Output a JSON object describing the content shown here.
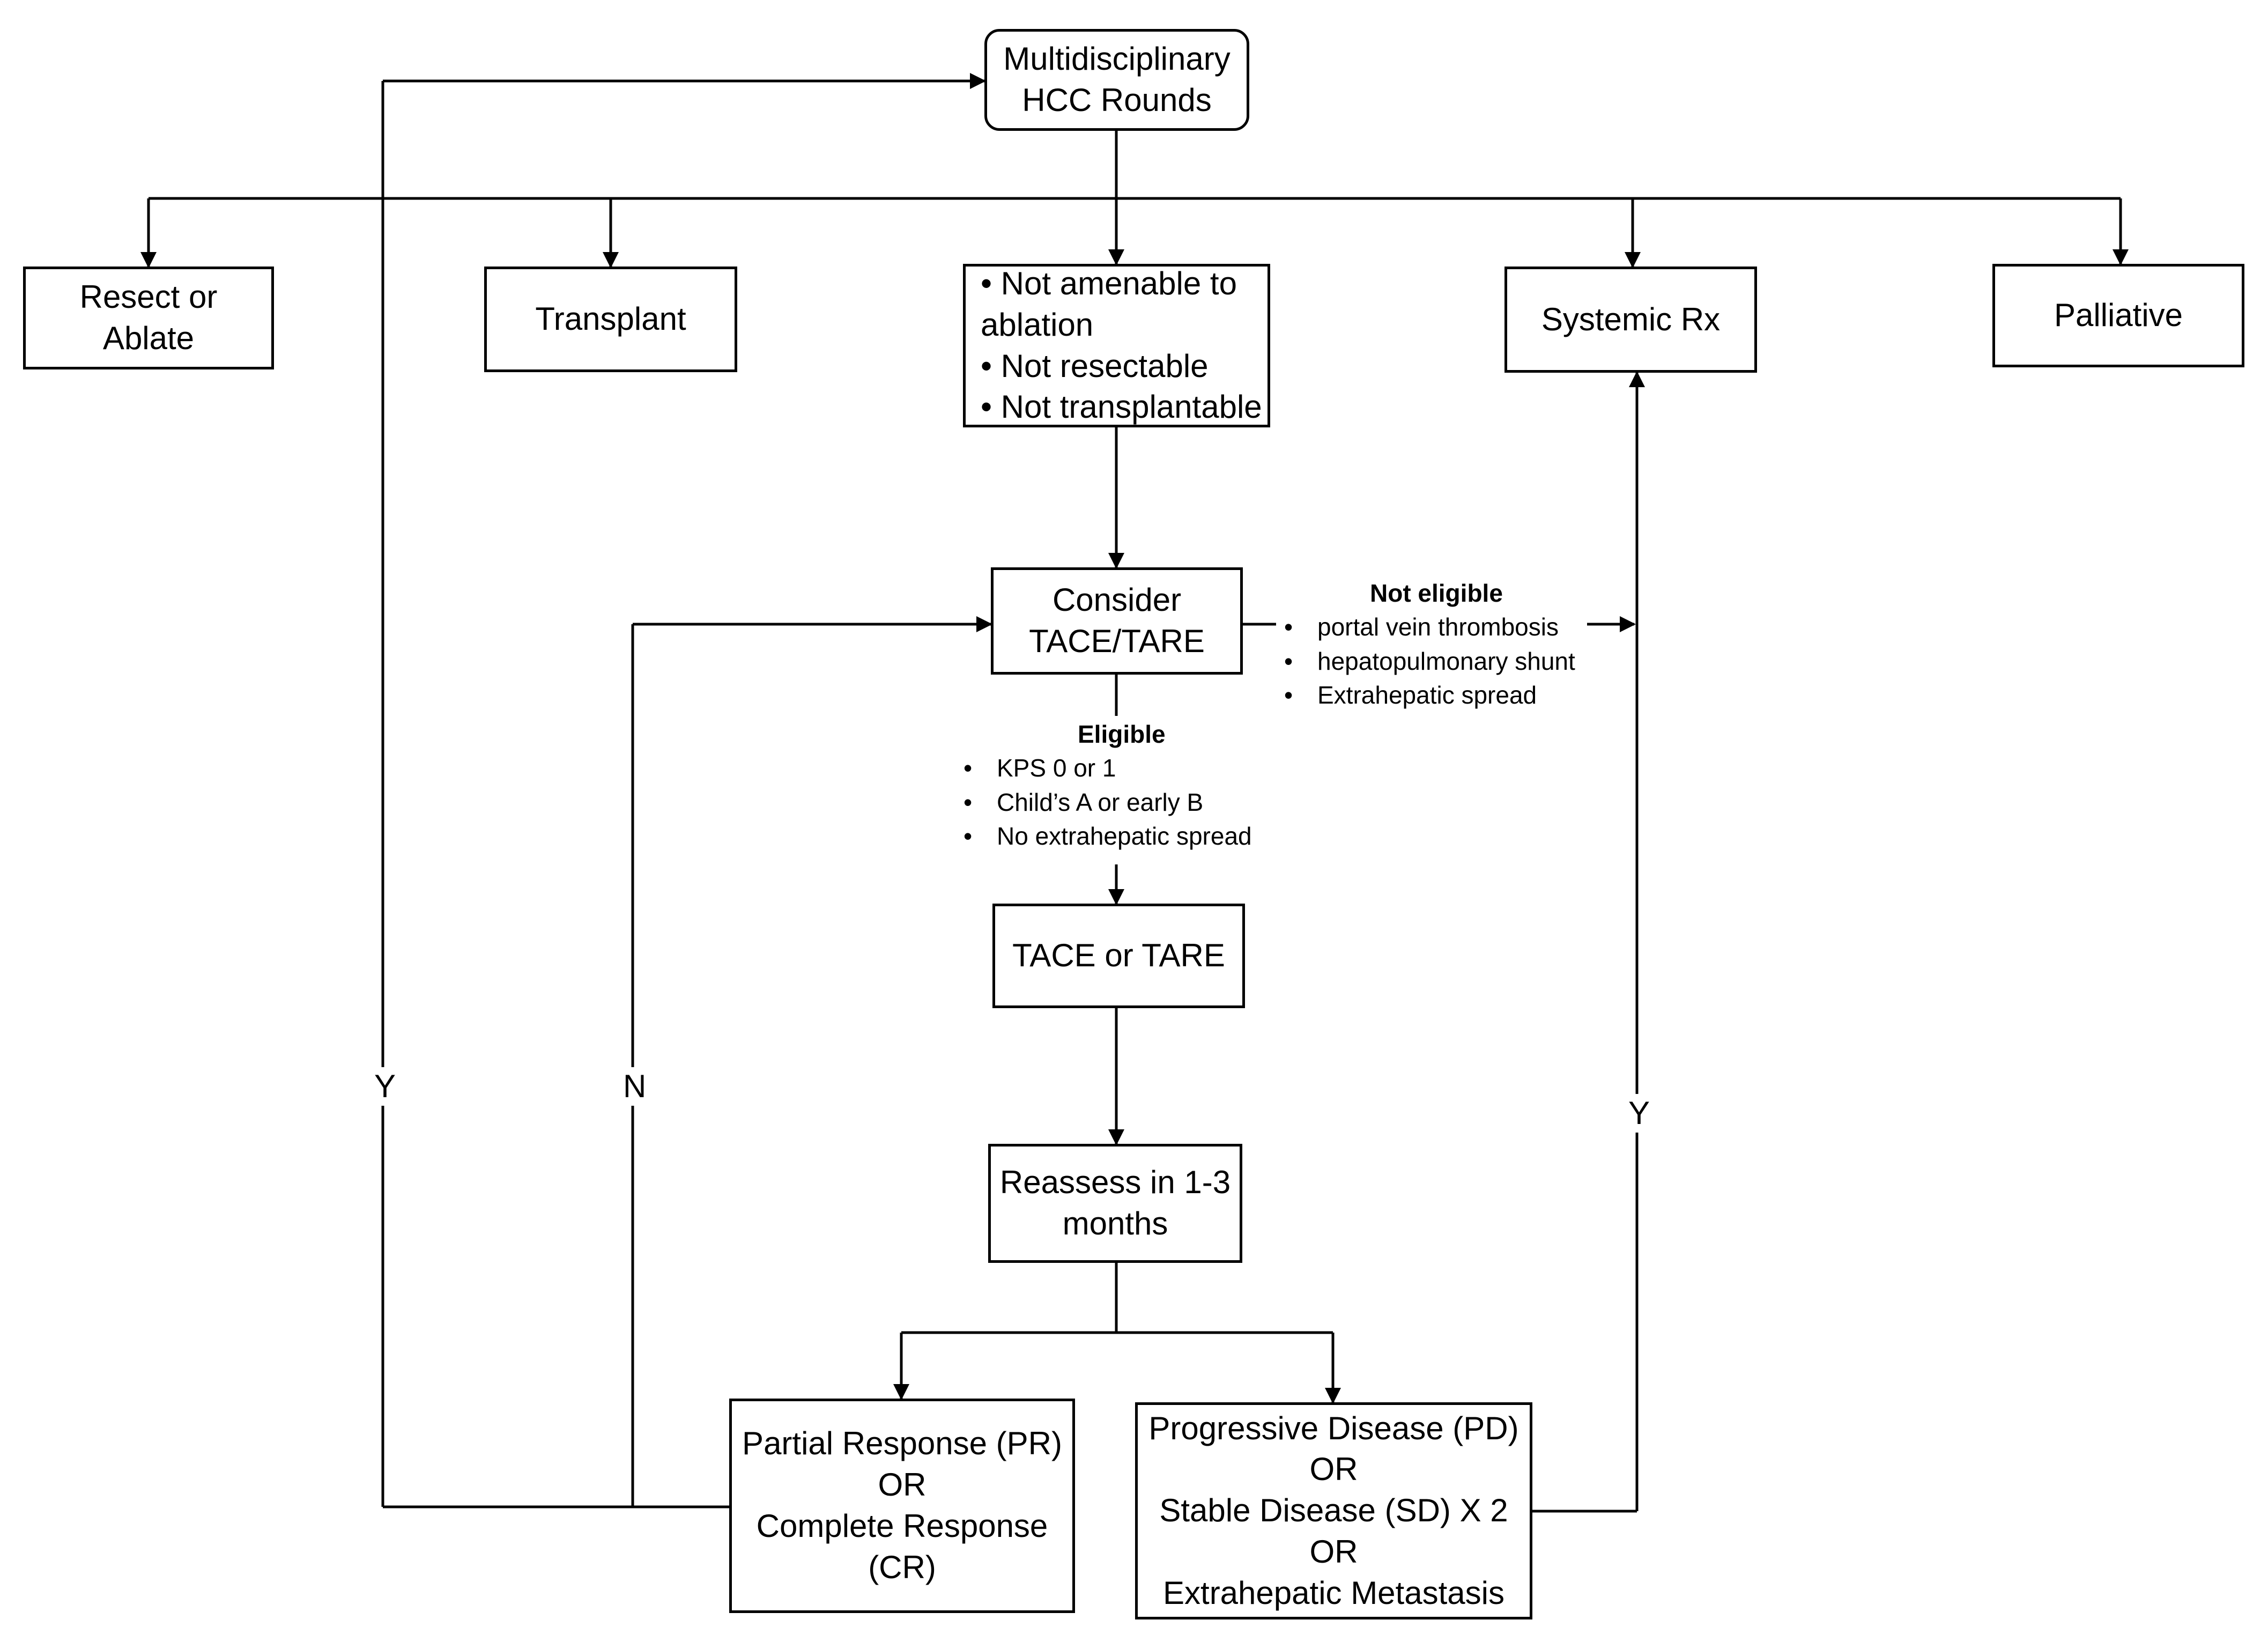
{
  "nodes": {
    "rounds": [
      "Multidisciplinary",
      "HCC Rounds"
    ],
    "resect": [
      "Resect or",
      "Ablate"
    ],
    "transplant": [
      "Transplant"
    ],
    "not_amenable": [
      "• Not amenable to",
      "ablation",
      "• Not resectable",
      "• Not transplantable"
    ],
    "systemic": [
      "Systemic Rx"
    ],
    "palliative": [
      "Palliative"
    ],
    "consider": [
      "Consider",
      "TACE/TARE"
    ],
    "tace": [
      "TACE or TARE"
    ],
    "reassess": [
      "Reassess in 1-3",
      "months"
    ],
    "response": [
      "Partial Response (PR)",
      "OR",
      "Complete Response",
      "(CR)"
    ],
    "progression": [
      "Progressive Disease (PD)",
      "OR",
      "Stable Disease (SD) X 2",
      "OR",
      "Extrahepatic Metastasis"
    ]
  },
  "not_eligible": {
    "title": "Not eligible",
    "items": [
      "portal vein thrombosis",
      "hepatopulmonary shunt",
      "Extrahepatic spread"
    ]
  },
  "eligible": {
    "title": "Eligible",
    "items": [
      "KPS 0 or 1",
      "Child’s A or early B",
      "No extrahepatic spread"
    ]
  },
  "edge_labels": {
    "y_left": "Y",
    "n_left": "N",
    "y_right": "Y"
  }
}
